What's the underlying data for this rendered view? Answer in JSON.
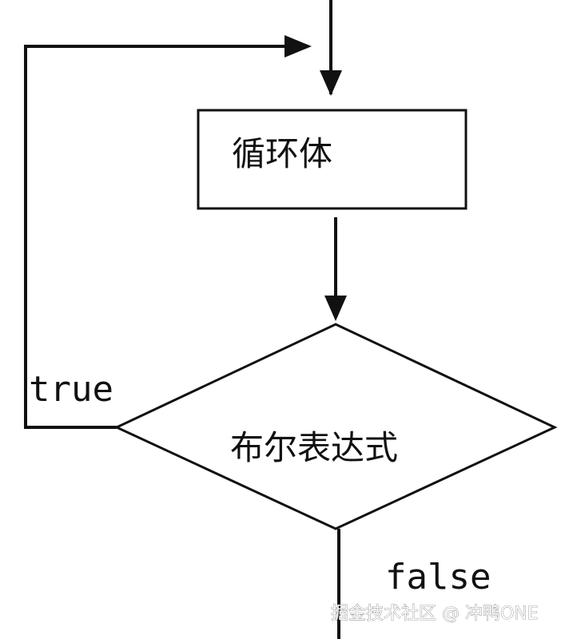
{
  "diagram": {
    "loop_body_label": "循环体",
    "condition_label": "布尔表达式",
    "true_label": "true",
    "false_label": "false"
  },
  "watermark": {
    "text": "掘金技术社区 @ 冲鸭ONE"
  },
  "colors": {
    "stroke": "#111111",
    "background": "#ffffff"
  }
}
